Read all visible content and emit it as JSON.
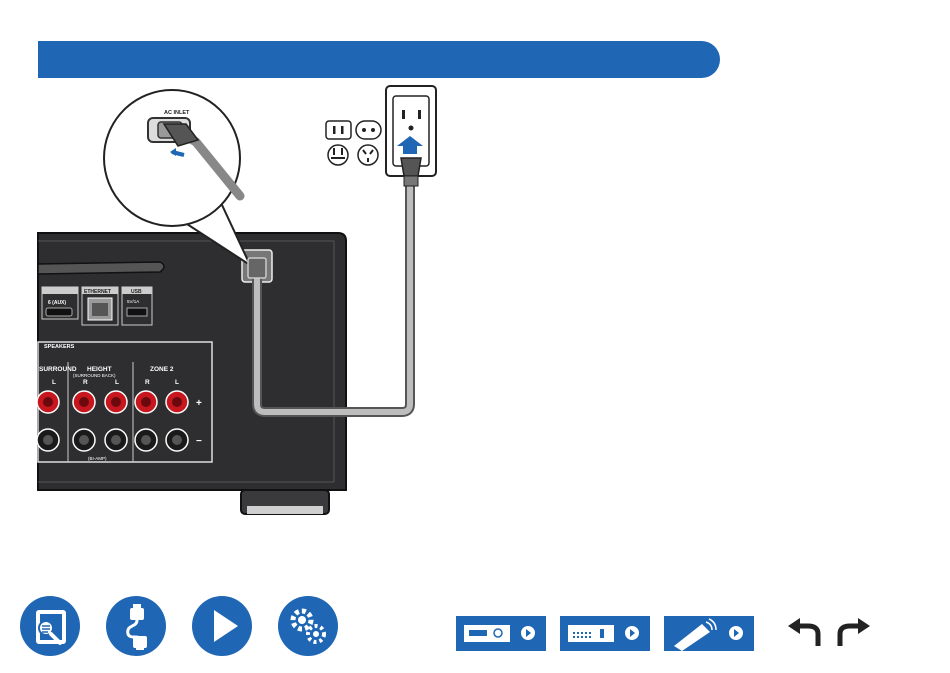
{
  "header": {
    "title": ""
  },
  "illustration": {
    "callout_label": "AC INLET",
    "panel_labels": {
      "hdmi": "6 (AUX)",
      "ethernet": "ETHERNET",
      "usb": "USB",
      "usb_rating": "5V/1A",
      "speakers": "SPEAKERS",
      "surround": "SURROUND",
      "height": "HEIGHT",
      "height_sub": "(SURROUND BACK)",
      "zone2": "ZONE 2",
      "r": "R",
      "l": "L",
      "plus": "+",
      "minus": "−",
      "biamp": "(BI-AMP)"
    }
  },
  "footer": {
    "nav_icons": [
      "contents-book-icon",
      "connection-cable-icon",
      "play-icon",
      "settings-gears-icon"
    ],
    "device_icons": [
      "front-panel-icon",
      "rear-panel-icon",
      "remote-control-icon"
    ],
    "history_icons": [
      "back-arrow-icon",
      "forward-arrow-icon"
    ]
  },
  "colors": {
    "accent": "#1f66b4",
    "panel_dark": "#2e2e30",
    "terminal_red": "#c8161e",
    "cable_gray": "#9a9a9a"
  }
}
